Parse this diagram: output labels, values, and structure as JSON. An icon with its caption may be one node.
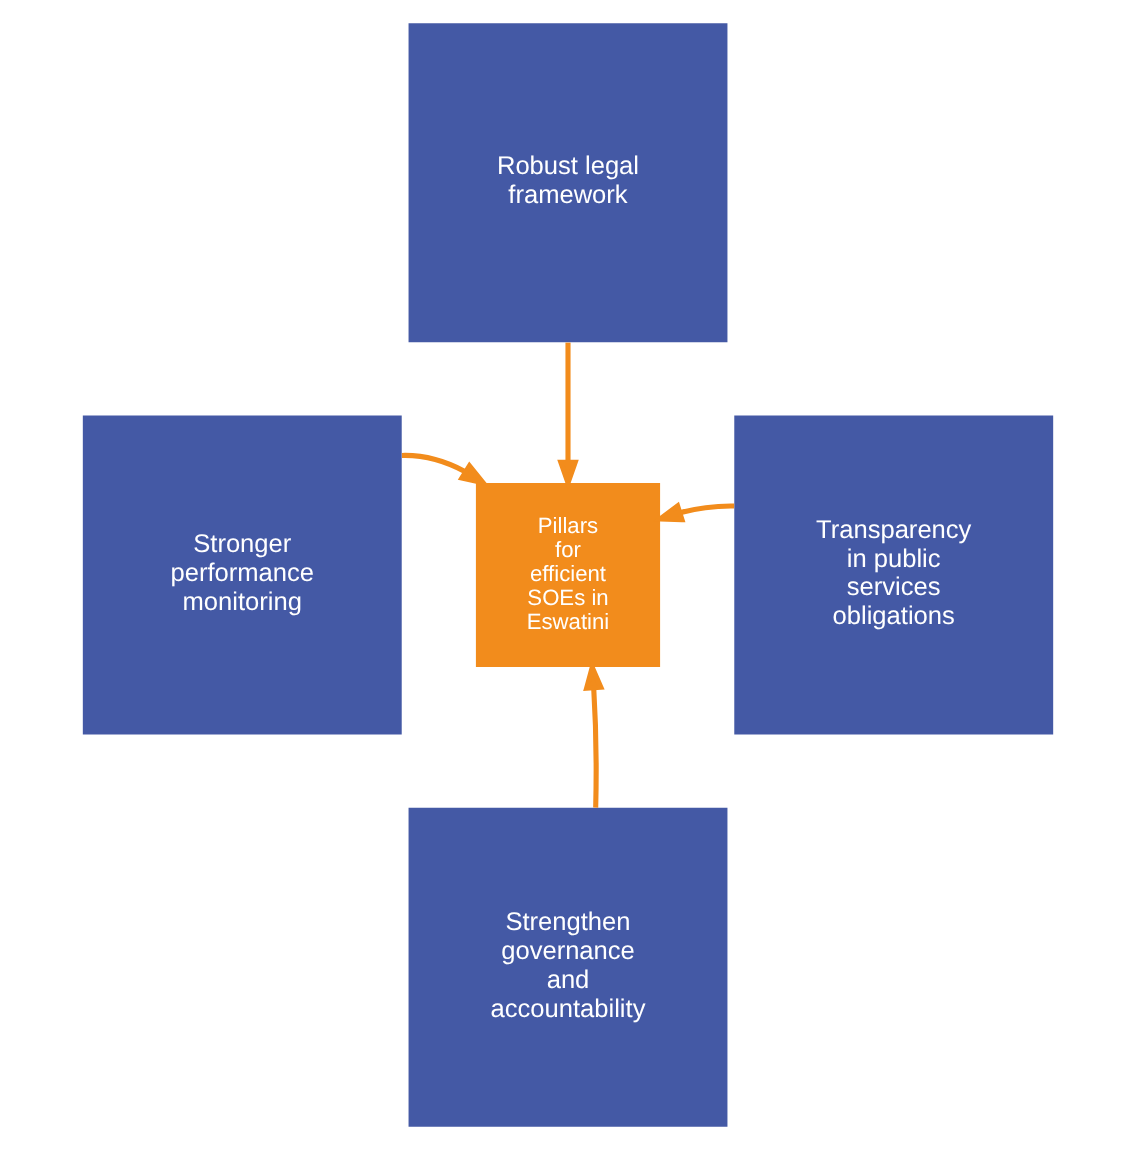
{
  "diagram": {
    "nodes": [
      {
        "text": [
          "Robust legal framework"
        ]
      },
      {
        "text": [
          "Stronger performance monitoring"
        ]
      },
      {
        "text": [
          "Pillars for efficient SOEs in Eswatini"
        ]
      },
      {
        "text": [
          "Transparency in public services obligations"
        ]
      },
      {
        "text": [
          "Strengthen governance and accountability"
        ]
      }
    ],
    "edges": [
      {
        "from": 0,
        "to": 2,
        "arrow": "to"
      },
      {
        "from": 1,
        "to": 2,
        "arrow": "to"
      },
      {
        "from": 3,
        "to": 2,
        "arrow": "to"
      },
      {
        "from": 4,
        "to": 2,
        "arrow": "to"
      }
    ]
  }
}
